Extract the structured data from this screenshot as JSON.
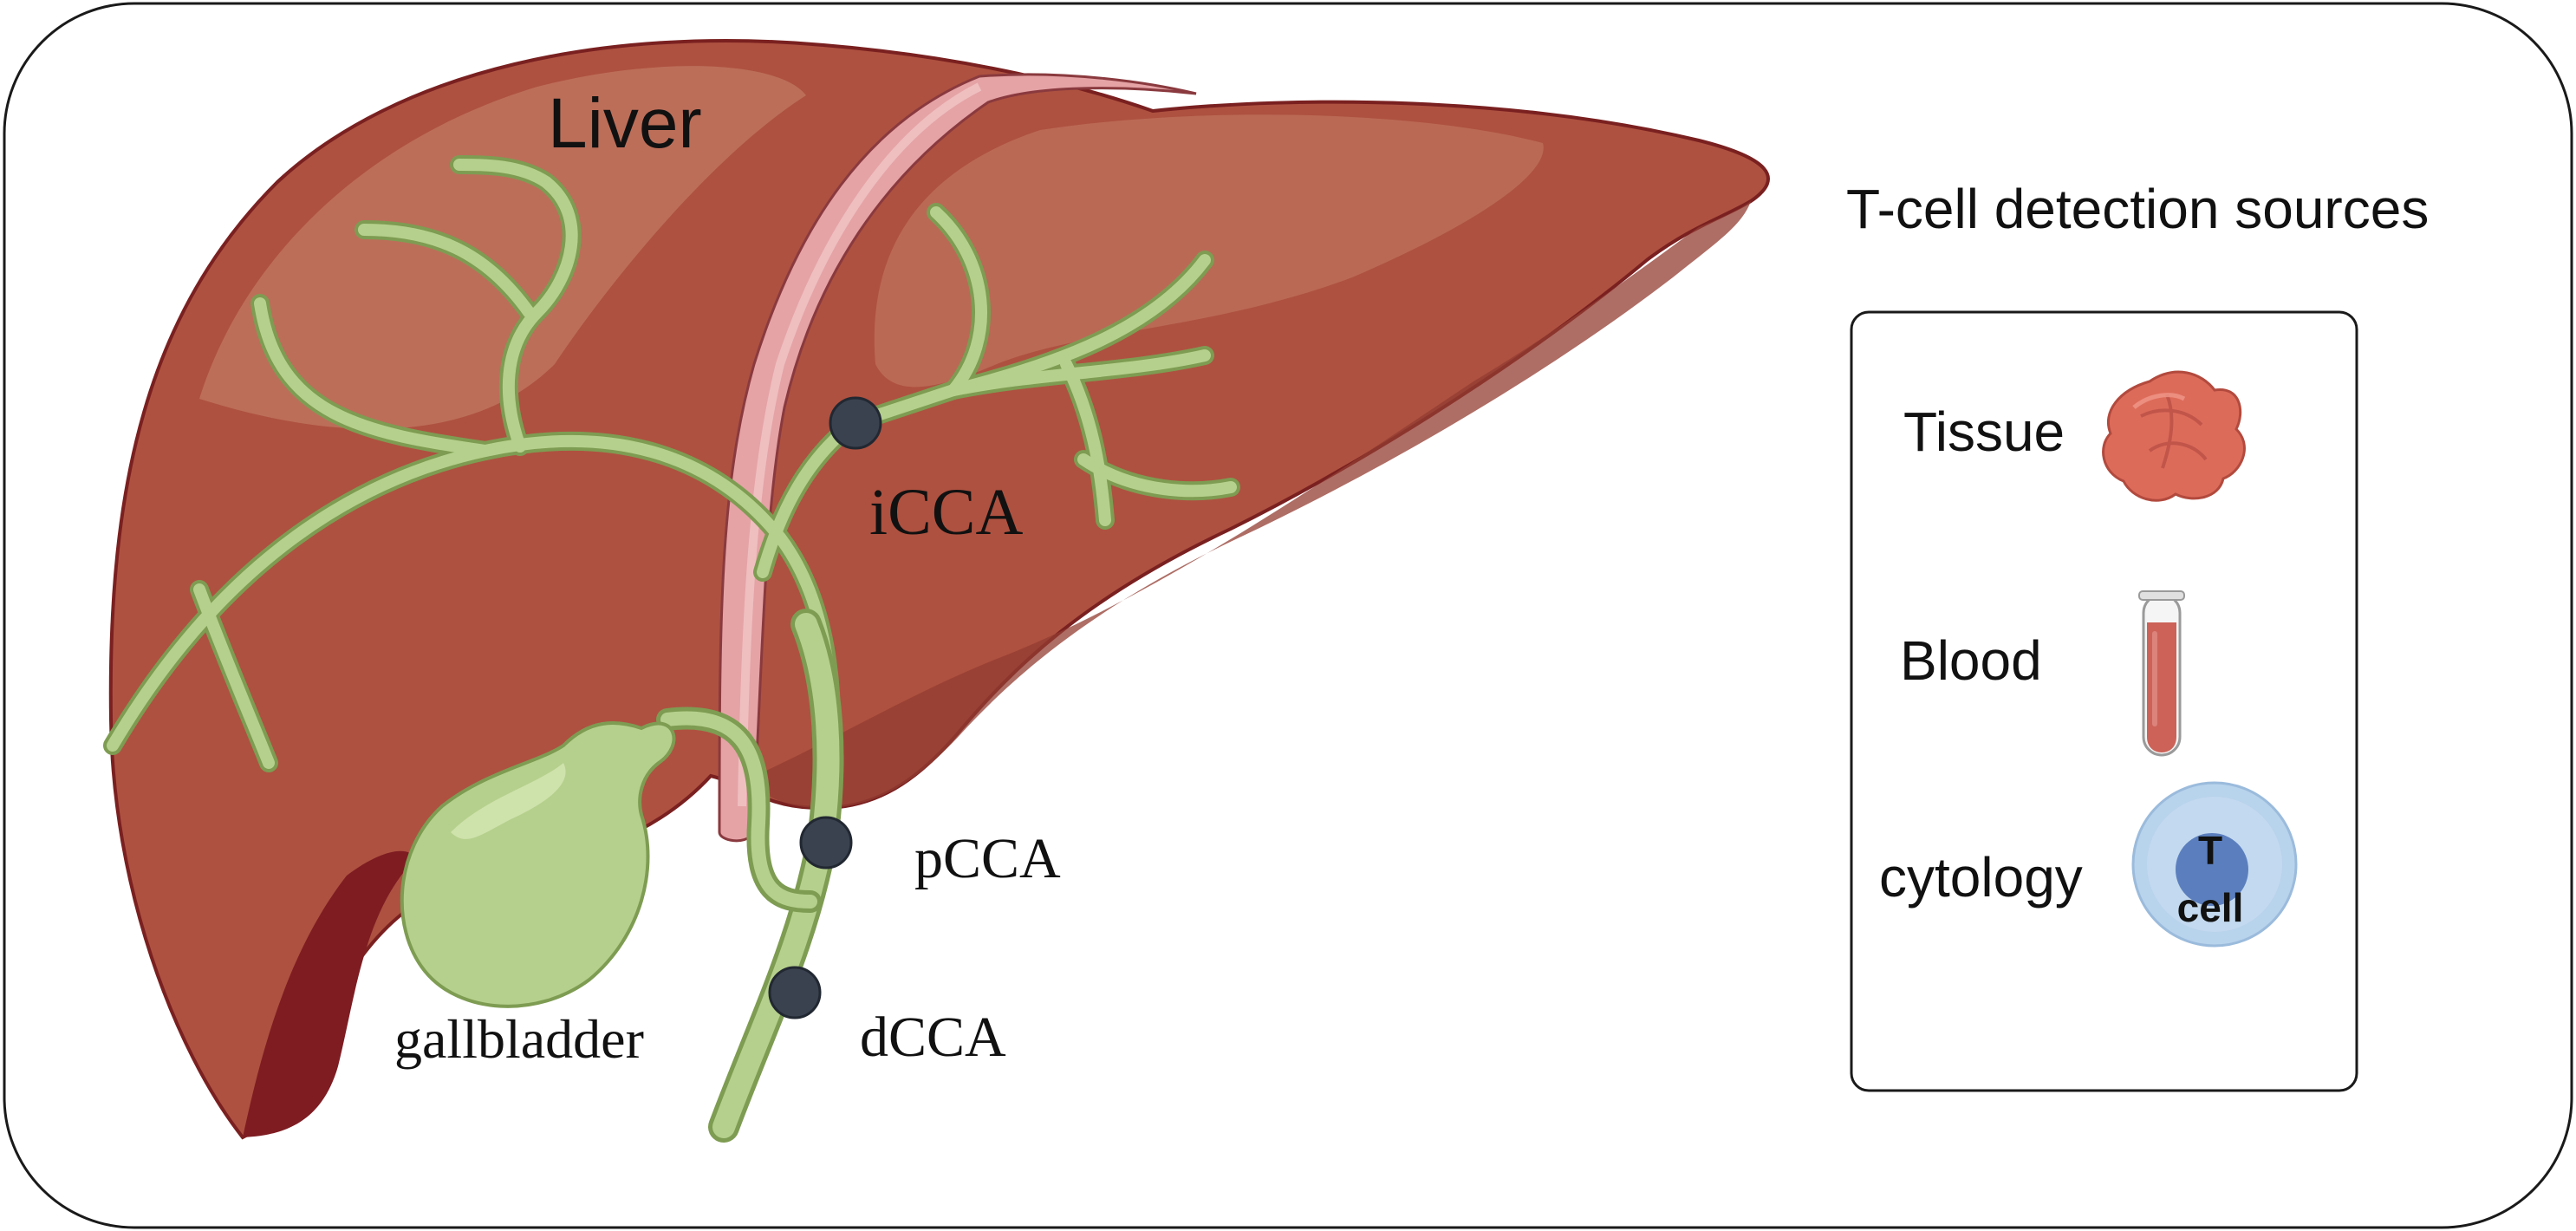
{
  "liver": {
    "label": "Liver",
    "sites": [
      {
        "label": "iCCA"
      },
      {
        "label": "pCCA"
      },
      {
        "label": "dCCA"
      }
    ],
    "gallbladder_label": "gallbladder"
  },
  "legend": {
    "title": "T-cell detection sources",
    "items": [
      {
        "label": "Tissue",
        "icon": "tissue-icon"
      },
      {
        "label": "Blood",
        "icon": "blood-tube-icon"
      },
      {
        "label": "cytology",
        "icon": "t-cell-icon"
      }
    ],
    "tcell_icon_text": [
      "T",
      "cell"
    ]
  },
  "colors": {
    "liver": "#ae5140",
    "liver_highlight": "#c27a64",
    "liver_shadow": "#933c31",
    "liver_outline": "#7a2020",
    "bile_duct": "#b5d08c",
    "bile_duct_outline": "#7e9c52",
    "vein": "#e5a3a6",
    "site_marker": "#3a4250",
    "tissue": "#dd6b5a",
    "blood": "#cc6258",
    "t_cell": "#b8d3ec",
    "t_cell_nucleus": "#5b7fbe"
  }
}
